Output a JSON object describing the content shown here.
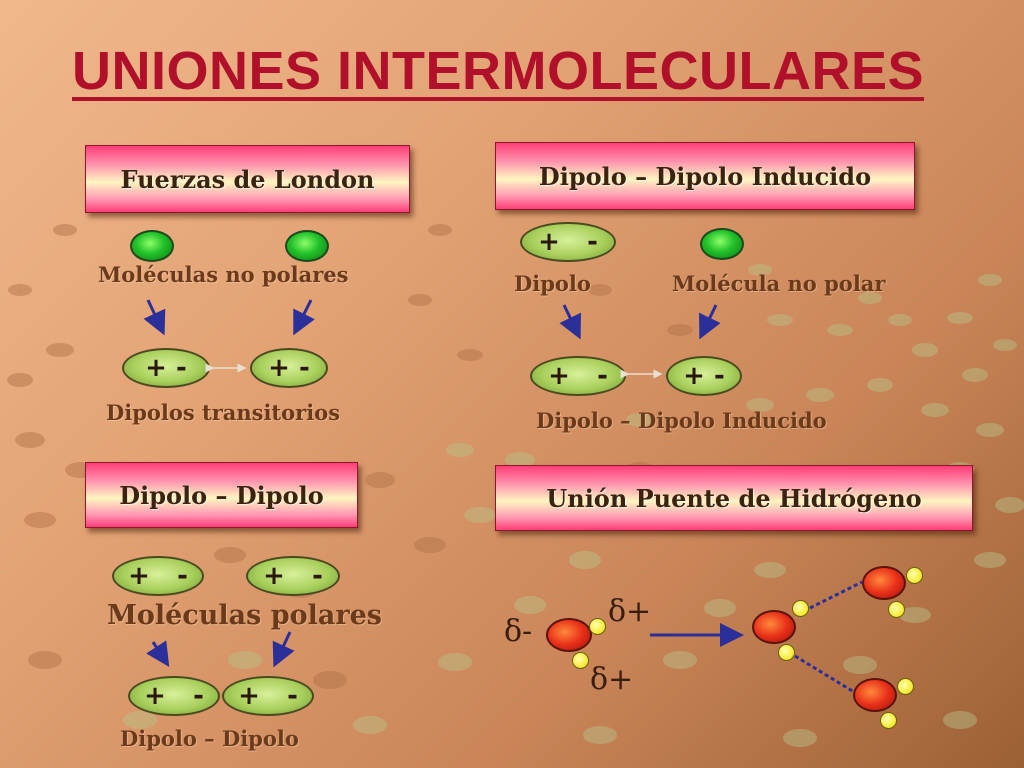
{
  "title": "UNIONES INTERMOLECULARES",
  "sections": {
    "london": {
      "header": "Fuerzas de London",
      "caption_top": "Moléculas no polares",
      "dipole_a": "+ -",
      "dipole_b": "+ -",
      "caption_bottom": "Dipolos transitorios"
    },
    "dipolo_inducido": {
      "header": "Dipolo – Dipolo Inducido",
      "dipole_top": "+   -",
      "label_dipolo": "Dipolo",
      "label_no_polar": "Molécula no polar",
      "dipole_a": "+   -",
      "dipole_b": "+ -",
      "caption_bottom": "Dipolo – Dipolo Inducido"
    },
    "dipolo_dipolo": {
      "header": "Dipolo – Dipolo",
      "dipole_top_a": "+   -",
      "dipole_top_b": "+   -",
      "caption_mid": "Moléculas polares",
      "dipole_bottom_a": "+   -",
      "dipole_bottom_b": "+   -",
      "caption_bottom": "Dipolo – Dipolo"
    },
    "hidrogeno": {
      "header": "Unión Puente de Hidrógeno",
      "delta_minus": "δ-",
      "delta_plus_top": "δ+",
      "delta_plus_bottom": "δ+"
    }
  },
  "colors": {
    "title": "#b0102a",
    "arrow": "#2b2f9a",
    "text": "#6b3a1a"
  }
}
